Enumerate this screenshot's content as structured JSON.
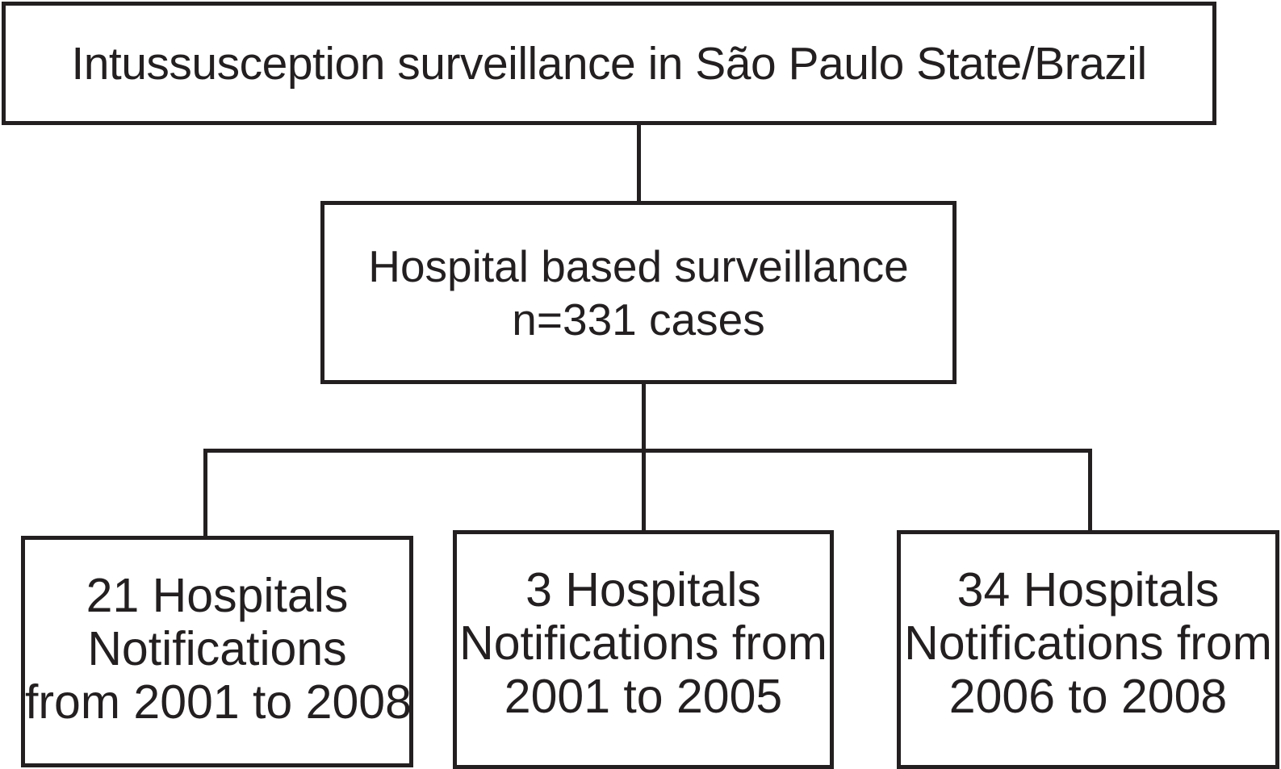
{
  "diagram": {
    "type": "flowchart",
    "orientation": "top-down",
    "title_box": {
      "label": "Intussusception surveillance in São Paulo State/Brazil"
    },
    "surveillance_box": {
      "line1": "Hospital based surveillance",
      "line2": "n=331 cases",
      "cases": 331
    },
    "leaves": [
      {
        "line1": "21 Hospitals",
        "line2": "Notifications",
        "line3": "from 2001 to 2008",
        "hospitals": 21,
        "period_start": 2001,
        "period_end": 2008
      },
      {
        "line1": "3 Hospitals",
        "line2": "Notifications from",
        "line3": "2001 to 2005",
        "hospitals": 3,
        "period_start": 2001,
        "period_end": 2005
      },
      {
        "line1": "34 Hospitals",
        "line2": "Notifications from",
        "line3": "2006 to 2008",
        "hospitals": 34,
        "period_start": 2006,
        "period_end": 2008
      }
    ],
    "colors": {
      "stroke": "#231f20",
      "text": "#231f20",
      "background": "#ffffff"
    }
  }
}
